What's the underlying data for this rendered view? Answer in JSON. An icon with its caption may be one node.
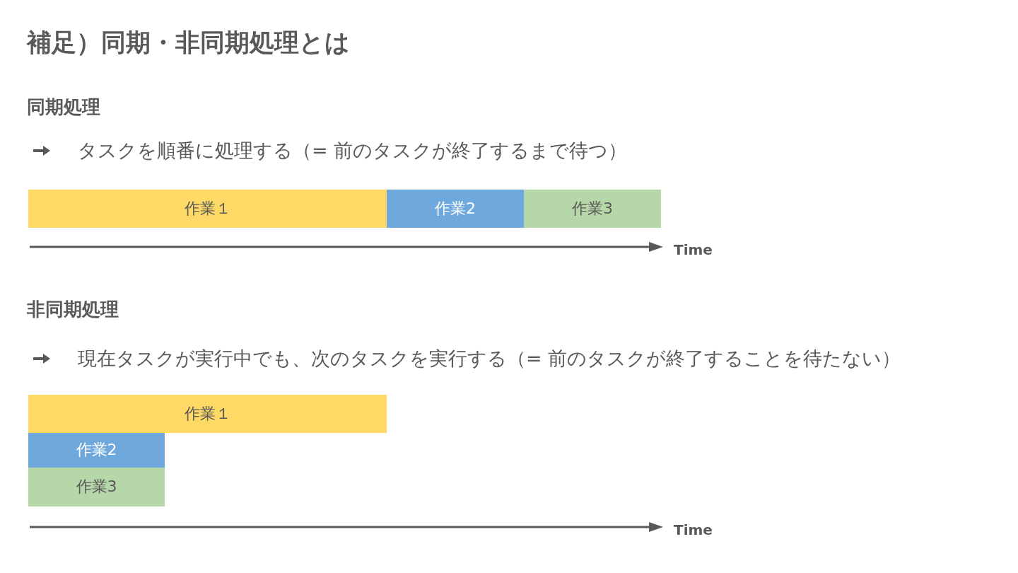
{
  "diagram": {
    "title": "補足）同期・非同期処理とは",
    "nodes": [
      {
        "text": [
          "作業１"
        ]
      },
      {
        "text": [
          "作業2"
        ]
      },
      {
        "text": [
          "作業3"
        ]
      },
      {
        "text": [
          "作業１"
        ]
      },
      {
        "text": [
          "作業2"
        ]
      },
      {
        "text": [
          "作業3"
        ]
      }
    ],
    "labels": [
      "同期処理",
      "タスクを順番に処理する（= 前のタスクが終了するまで待つ）",
      "Time",
      "非同期処理",
      "現在タスクが実行中でも、次のタスクを実行する（= 前のタスクが終了することを待たない）",
      "Time"
    ]
  }
}
